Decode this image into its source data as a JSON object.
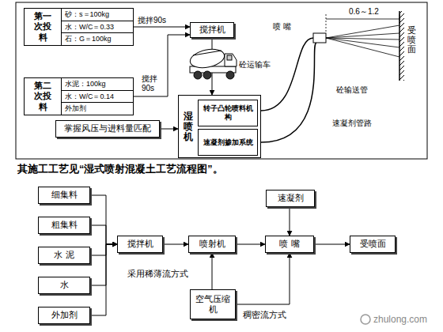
{
  "diagram": {
    "nodes": [
      {
        "text": [
          "第一次投料"
        ]
      },
      {
        "text": [
          "砂：s＝100kg",
          "水：W/C＝0.33",
          "石：G＝100kg"
        ]
      },
      {
        "text": [
          "搅拌机"
        ]
      },
      {
        "text": [
          "第二次投料"
        ]
      },
      {
        "text": [
          "水泥：100kg",
          "水：W/C＝0.14",
          "外加剂"
        ]
      },
      {
        "text": [
          "掌握风压与进料量匹配"
        ]
      },
      {
        "text": [
          "湿喷机"
        ]
      },
      {
        "text": [
          "转子凸轮喷料机构"
        ],
        "in": 6
      },
      {
        "text": [
          "速凝剂掺加系统"
        ],
        "in": 6
      },
      {
        "text": [
          "细集料"
        ]
      },
      {
        "text": [
          "粗集料"
        ]
      },
      {
        "text": [
          "水 泥"
        ]
      },
      {
        "text": [
          "水"
        ]
      },
      {
        "text": [
          "外加剂"
        ]
      },
      {
        "text": [
          "搅拌机"
        ]
      },
      {
        "text": [
          "喷射机"
        ]
      },
      {
        "text": [
          "速凝剂"
        ]
      },
      {
        "text": [
          "喷 嘴"
        ]
      },
      {
        "text": [
          "受喷面"
        ]
      },
      {
        "text": [
          "空气压缩机"
        ]
      }
    ],
    "edges": [
      {
        "from": 1,
        "to": 2,
        "arrow": "to",
        "label": "搅拌90s"
      },
      {
        "from": 4,
        "to": 2,
        "arrow": "to",
        "label": "搅拌 90s"
      },
      {
        "from": 2,
        "to": 6,
        "arrow": "to"
      },
      {
        "from": 5,
        "to": 6,
        "arrow": "to"
      },
      {
        "from": 9,
        "to": 14,
        "arrow": "to"
      },
      {
        "from": 10,
        "to": 14,
        "arrow": "to"
      },
      {
        "from": 11,
        "to": 14,
        "arrow": "to"
      },
      {
        "from": 12,
        "to": 14,
        "arrow": "to"
      },
      {
        "from": 13,
        "to": 14,
        "arrow": "to"
      },
      {
        "from": 14,
        "to": 15,
        "arrow": "to"
      },
      {
        "from": 15,
        "to": 17,
        "arrow": "to"
      },
      {
        "from": 16,
        "to": 17,
        "arrow": "to"
      },
      {
        "from": 17,
        "to": 18,
        "arrow": "to"
      },
      {
        "from": 19,
        "to": 15,
        "arrow": "to",
        "label": "采用稀薄流方式"
      },
      {
        "from": 19,
        "to": 17,
        "arrow": "to",
        "label": "稠密流方式"
      }
    ],
    "labels": [
      "砼运输车",
      "喷 嘴",
      "砼输送管",
      "速凝剂管路",
      "受喷面",
      "0.6～1.2",
      "其施工工艺见“湿式喷射混凝土工艺流程图”。",
      "zhulong.com"
    ]
  }
}
